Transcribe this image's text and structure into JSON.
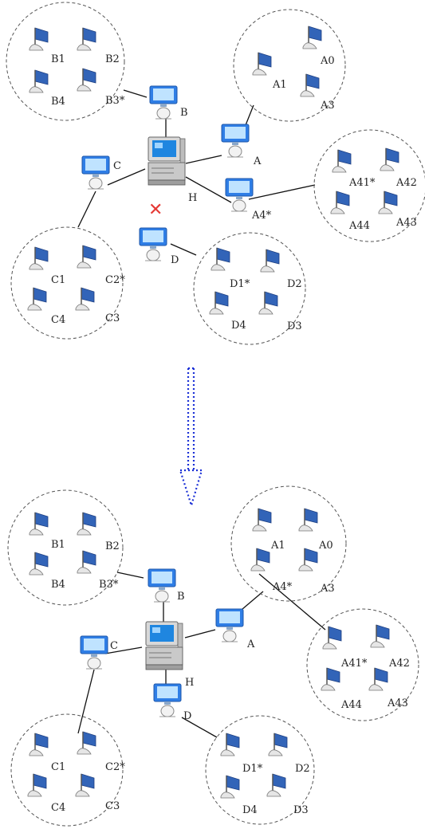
{
  "colors": {
    "arrow": "#1a2fd6",
    "fail_mark": "#e53935",
    "monitor": "#2f7ee6",
    "monitor_light": "#bfe3ff",
    "flag": "#3264b8"
  },
  "icons": {
    "host": "desktop-computer-icon",
    "node": "monitor-station-icon",
    "leaf": "flag-node-icon",
    "transition": "dotted-down-arrow-icon",
    "failure": "red-x-icon"
  },
  "failure_mark": "✕",
  "top": {
    "host_label": "H",
    "stations": {
      "a": "A",
      "b": "B",
      "c": "C",
      "d": "D",
      "a4": "A4*"
    },
    "cluster_b": [
      "B1",
      "B2",
      "B4",
      "B3*"
    ],
    "cluster_a": [
      "A0",
      "A1",
      "A3"
    ],
    "cluster_a4": [
      "A41*",
      "A42",
      "A44",
      "A43"
    ],
    "cluster_c": [
      "C1",
      "C2*",
      "C4",
      "C3"
    ],
    "cluster_d": [
      "D1*",
      "D2",
      "D4",
      "D3"
    ]
  },
  "bottom": {
    "host_label": "H",
    "stations": {
      "a": "A",
      "b": "B",
      "c": "C",
      "d": "D"
    },
    "cluster_b": [
      "B1",
      "B2",
      "B4",
      "B3*"
    ],
    "cluster_a": [
      "A1",
      "A0",
      "A4*",
      "A3"
    ],
    "cluster_a4": [
      "A41*",
      "A42",
      "A44",
      "A43"
    ],
    "cluster_c": [
      "C1",
      "C2*",
      "C4",
      "C3"
    ],
    "cluster_d": [
      "D1*",
      "D2",
      "D4",
      "D3"
    ]
  }
}
